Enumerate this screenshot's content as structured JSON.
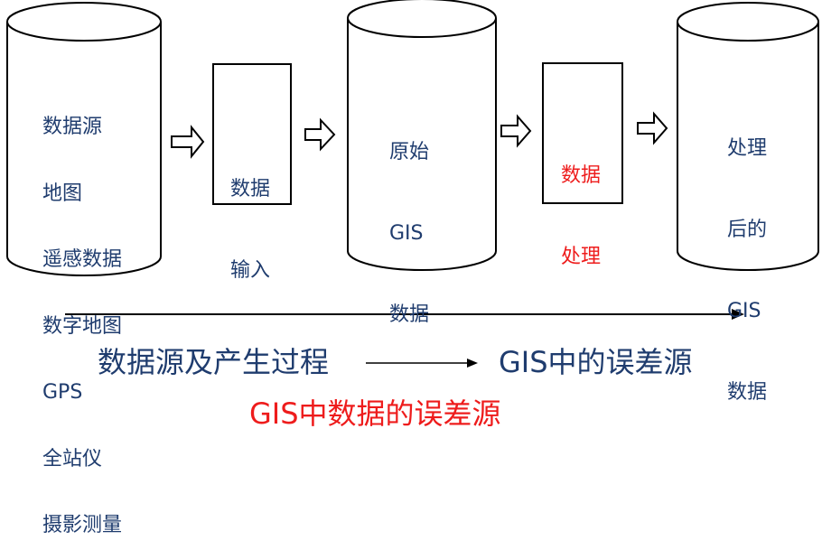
{
  "source_cylinder": {
    "lines": [
      "数据源",
      "地图",
      "遥感数据",
      "数字地图",
      "GPS",
      "全站仪",
      "摄影测量"
    ]
  },
  "input_box": {
    "lines": [
      "数据",
      "输入"
    ]
  },
  "raw_gis_cylinder": {
    "lines": [
      "原始",
      "GIS",
      "数据"
    ]
  },
  "processing_box": {
    "lines": [
      "数据",
      "处理"
    ]
  },
  "processed_gis_cylinder": {
    "lines": [
      "处理",
      "后的",
      "GIS",
      "数据"
    ]
  },
  "caption": {
    "left": "数据源及产生过程",
    "right": "GIS中的误差源",
    "title": "GIS中数据的误差源"
  },
  "colors": {
    "text_blue": "#1f3c6e",
    "text_red": "#ee1c1c",
    "line": "#000000"
  }
}
